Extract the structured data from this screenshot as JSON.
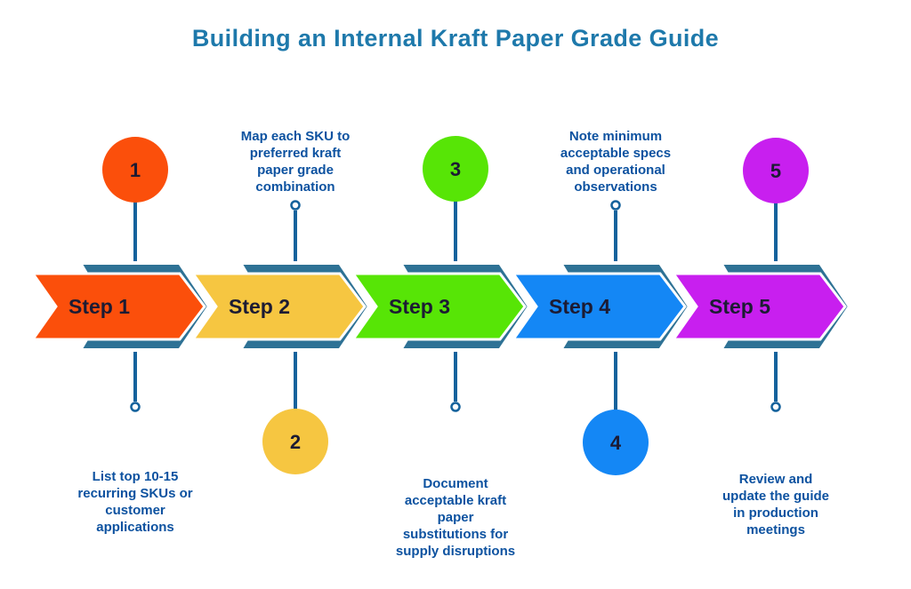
{
  "title": "Building an Internal Kraft Paper Grade Guide",
  "colors": {
    "title_blue": "#1E79AB",
    "connector_blue": "#15629C",
    "banner_teal": "#2E7295",
    "description_blue": "#0D52A0",
    "label_dark": "#1C1B33"
  },
  "steps": [
    {
      "number": "1",
      "label": "Step 1",
      "color": "#FB4F0B",
      "description": "List top 10-15\nrecurring SKUs or\ncustomer\napplications",
      "description_position": "below"
    },
    {
      "number": "2",
      "label": "Step 2",
      "color": "#F6C641",
      "description": "Map each SKU to\npreferred kraft\npaper grade\ncombination",
      "description_position": "above"
    },
    {
      "number": "3",
      "label": "Step 3",
      "color": "#57E506",
      "description": "Document\nacceptable kraft\npaper\nsubstitutions for\nsupply disruptions",
      "description_position": "below"
    },
    {
      "number": "4",
      "label": "Step 4",
      "color": "#1487F5",
      "description": "Note minimum\nacceptable specs\nand operational\nobservations",
      "description_position": "above"
    },
    {
      "number": "5",
      "label": "Step 5",
      "color": "#C81FEF",
      "description": "Review and\nupdate the guide\nin production\nmeetings",
      "description_position": "below"
    }
  ]
}
